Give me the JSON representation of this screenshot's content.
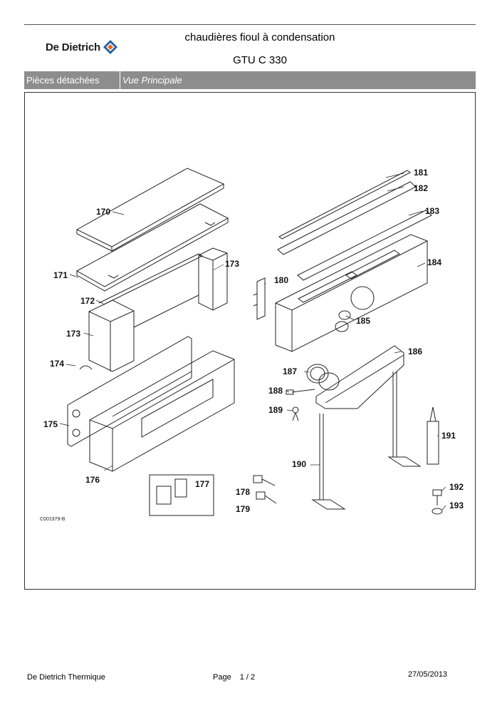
{
  "header": {
    "brand": "De Dietrich",
    "title_line1": "chaudières fioul à condensation",
    "title_line2": "GTU C 330"
  },
  "section_bar": {
    "category": "Pièces détachées",
    "view": "Vue Principale"
  },
  "drawing": {
    "reference_code": "C001979-B",
    "callouts": [
      "170",
      "171",
      "172",
      "173",
      "173",
      "174",
      "175",
      "176",
      "177",
      "178",
      "179",
      "180",
      "181",
      "182",
      "183",
      "184",
      "185",
      "186",
      "187",
      "188",
      "189",
      "190",
      "191",
      "192",
      "193"
    ]
  },
  "footer": {
    "company": "De Dietrich Thermique",
    "page_label": "Page",
    "page_number": "1 / 2",
    "date": "27/05/2013"
  },
  "colors": {
    "section_bar": "#8d8d8d",
    "logo_orange": "#e8671c",
    "logo_blue": "#1f5fa8"
  }
}
